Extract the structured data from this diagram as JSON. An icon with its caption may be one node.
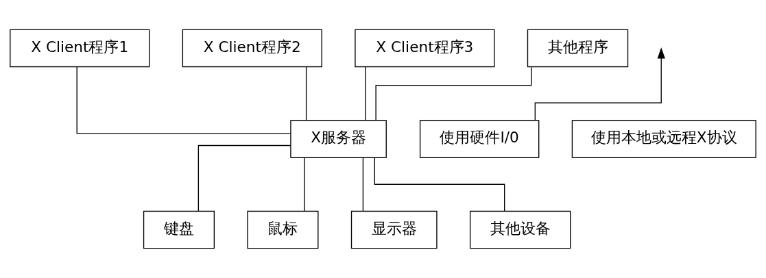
{
  "diagram": {
    "nodes": [
      {
        "text": [
          "X Client程序1"
        ]
      },
      {
        "text": [
          "X Client程序2"
        ]
      },
      {
        "text": [
          "X Client程序3"
        ]
      },
      {
        "text": [
          "其他程序"
        ]
      },
      {
        "text": [
          "X服务器"
        ]
      },
      {
        "text": [
          "键盘"
        ]
      },
      {
        "text": [
          "鼠标"
        ]
      },
      {
        "text": [
          "显示器"
        ]
      },
      {
        "text": [
          "其他设备"
        ]
      },
      {
        "text": [
          "使用硬件I/0"
        ]
      },
      {
        "text": [
          "使用本地或远程X协议"
        ]
      }
    ],
    "edges": [
      {
        "from": 0,
        "to": 4,
        "arrow": "none"
      },
      {
        "from": 1,
        "to": 4,
        "arrow": "none"
      },
      {
        "from": 2,
        "to": 4,
        "arrow": "none"
      },
      {
        "from": 3,
        "to": 4,
        "arrow": "none"
      },
      {
        "from": 4,
        "to": 5,
        "arrow": "none"
      },
      {
        "from": 4,
        "to": 6,
        "arrow": "none"
      },
      {
        "from": 4,
        "to": 7,
        "arrow": "none"
      },
      {
        "from": 4,
        "to": 8,
        "arrow": "none"
      },
      {
        "from": 9,
        "to": null,
        "arrow": "to"
      }
    ]
  }
}
